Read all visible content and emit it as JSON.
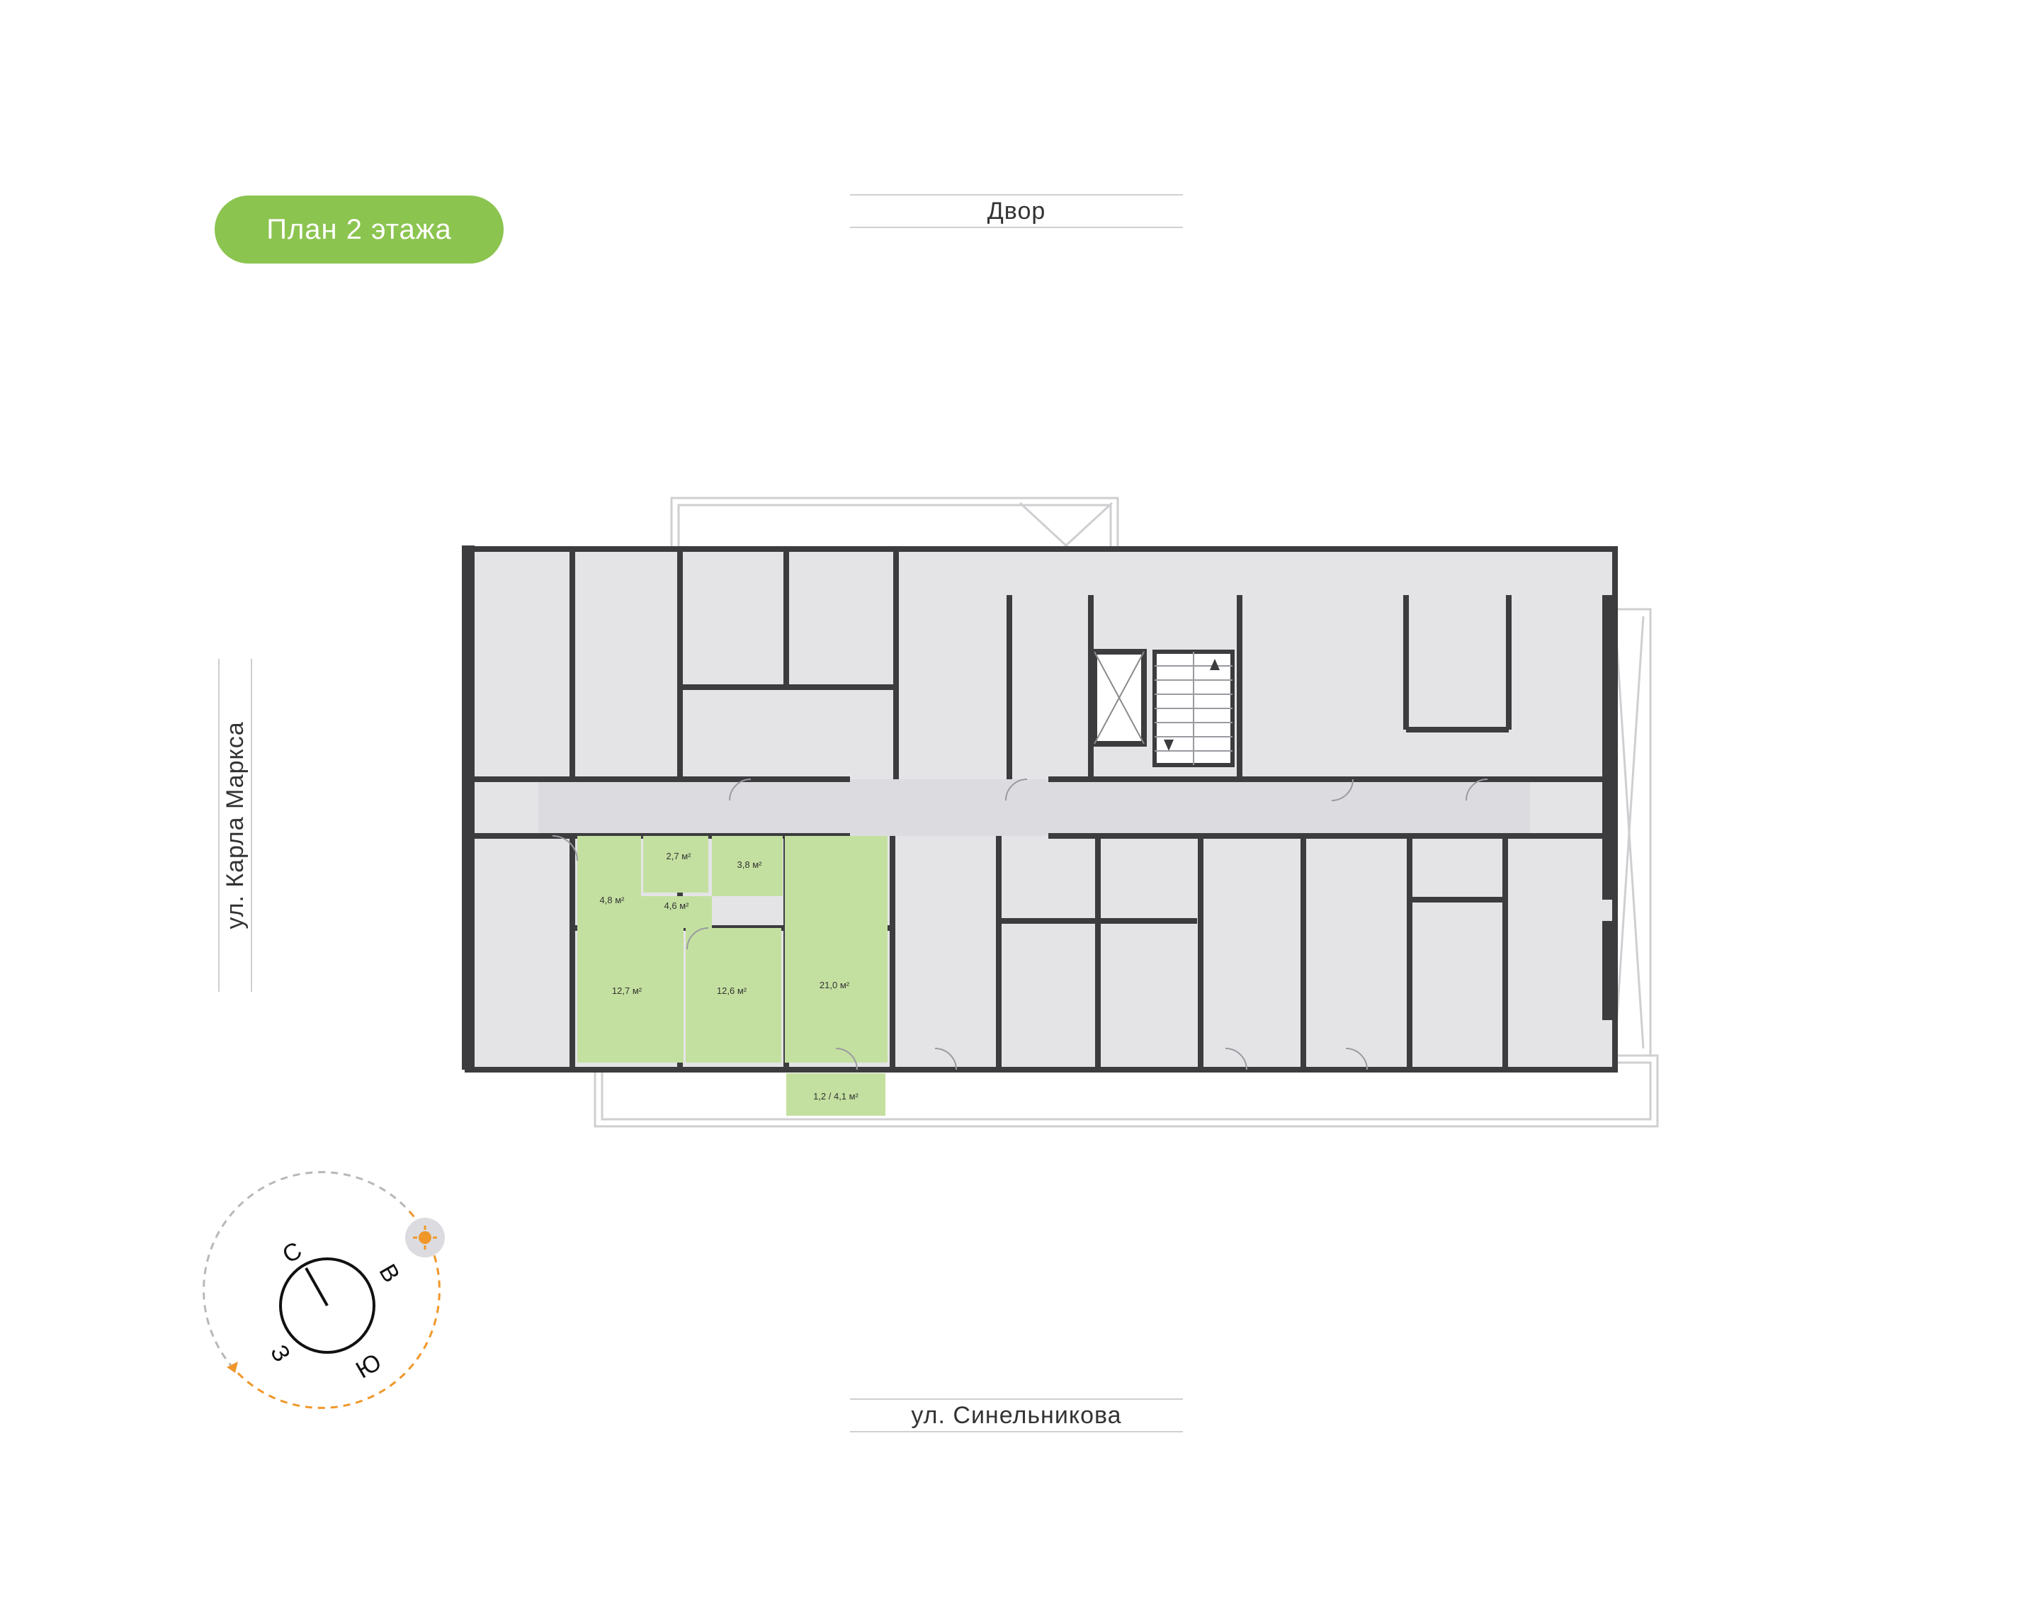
{
  "floor_title": "План 2 этажа",
  "streets": {
    "top": "Двор",
    "bottom": "ул. Синельникова",
    "left": "ул. Карла Маркса"
  },
  "apartment_areas": {
    "bathroom": "2,7 м²",
    "storage": "3,8 м²",
    "bath2": "4,8 м²",
    "hall": "4,6 м²",
    "bedroom1": "12,7 м²",
    "bedroom2": "12,6 м²",
    "living": "21,0 м²",
    "balcony": "1,2 / 4,1 м²"
  },
  "compass": {
    "north": "С",
    "east": "В",
    "south": "Ю",
    "west": "З"
  },
  "colors": {
    "accent": "#8cc450",
    "wall": "#3c3c3f",
    "room": "#e4e4e7",
    "highlight": "#c4e0a0",
    "sun": "#f0972a"
  },
  "icons": [
    "sun-icon",
    "compass-needle-icon",
    "arrow-icon"
  ]
}
